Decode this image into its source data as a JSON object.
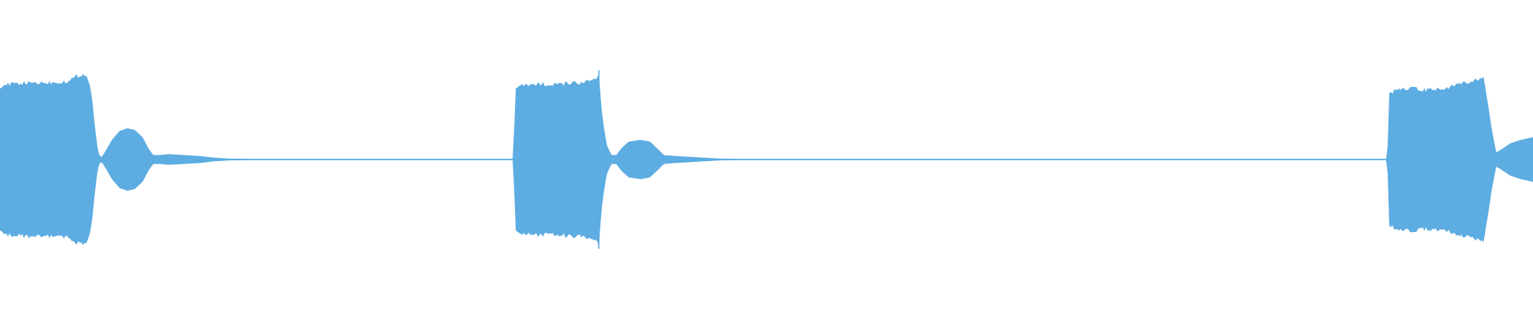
{
  "waveform": {
    "color": "#5dace2",
    "background": "#ffffff",
    "amplitude_envelope": [
      [
        0.0,
        0.82
      ],
      [
        0.5,
        0.84
      ],
      [
        1.2,
        0.85
      ],
      [
        2.0,
        0.86
      ],
      [
        3.0,
        0.86
      ],
      [
        4.0,
        0.87
      ],
      [
        4.5,
        0.88
      ],
      [
        5.0,
        0.93
      ],
      [
        5.4,
        0.96
      ],
      [
        5.8,
        0.9
      ],
      [
        6.0,
        0.7
      ],
      [
        6.2,
        0.35
      ],
      [
        6.4,
        0.08
      ],
      [
        6.6,
        0.02
      ],
      [
        6.9,
        0.1
      ],
      [
        7.3,
        0.22
      ],
      [
        7.8,
        0.32
      ],
      [
        8.3,
        0.35
      ],
      [
        8.8,
        0.33
      ],
      [
        9.3,
        0.25
      ],
      [
        9.7,
        0.12
      ],
      [
        10.0,
        0.05
      ],
      [
        10.4,
        0.05
      ],
      [
        11.0,
        0.06
      ],
      [
        12.0,
        0.05
      ],
      [
        13.0,
        0.04
      ],
      [
        14.0,
        0.02
      ],
      [
        15.0,
        0.01
      ],
      [
        17.0,
        0.006
      ],
      [
        20.0,
        0.004
      ],
      [
        25.0,
        0.003
      ],
      [
        30.0,
        0.003
      ],
      [
        33.0,
        0.003
      ],
      [
        33.5,
        0.004
      ],
      [
        33.6,
        0.8
      ],
      [
        34.0,
        0.82
      ],
      [
        34.5,
        0.83
      ],
      [
        35.0,
        0.85
      ],
      [
        35.5,
        0.84
      ],
      [
        36.0,
        0.83
      ],
      [
        36.5,
        0.84
      ],
      [
        37.0,
        0.85
      ],
      [
        37.5,
        0.86
      ],
      [
        38.0,
        0.86
      ],
      [
        38.5,
        0.87
      ],
      [
        38.9,
        0.9
      ],
      [
        39.1,
        1.0
      ],
      [
        39.2,
        0.6
      ],
      [
        39.4,
        0.35
      ],
      [
        39.6,
        0.15
      ],
      [
        39.9,
        0.05
      ],
      [
        40.2,
        0.05
      ],
      [
        40.5,
        0.12
      ],
      [
        41.0,
        0.2
      ],
      [
        41.8,
        0.22
      ],
      [
        42.4,
        0.2
      ],
      [
        42.9,
        0.12
      ],
      [
        43.3,
        0.05
      ],
      [
        44.0,
        0.04
      ],
      [
        45.0,
        0.03
      ],
      [
        46.0,
        0.02
      ],
      [
        47.0,
        0.01
      ],
      [
        50.0,
        0.004
      ],
      [
        60.0,
        0.004
      ],
      [
        70.0,
        0.003
      ],
      [
        80.0,
        0.003
      ],
      [
        90.0,
        0.003
      ],
      [
        90.5,
        0.004
      ],
      [
        90.6,
        0.72
      ],
      [
        91.0,
        0.78
      ],
      [
        92.0,
        0.8
      ],
      [
        93.0,
        0.78
      ],
      [
        94.0,
        0.79
      ],
      [
        95.0,
        0.83
      ],
      [
        96.0,
        0.88
      ],
      [
        96.8,
        0.92
      ],
      [
        97.0,
        0.7
      ],
      [
        97.3,
        0.35
      ],
      [
        97.6,
        0.08
      ],
      [
        98.0,
        0.12
      ],
      [
        98.5,
        0.18
      ],
      [
        99.2,
        0.22
      ],
      [
        100.0,
        0.25
      ]
    ]
  }
}
